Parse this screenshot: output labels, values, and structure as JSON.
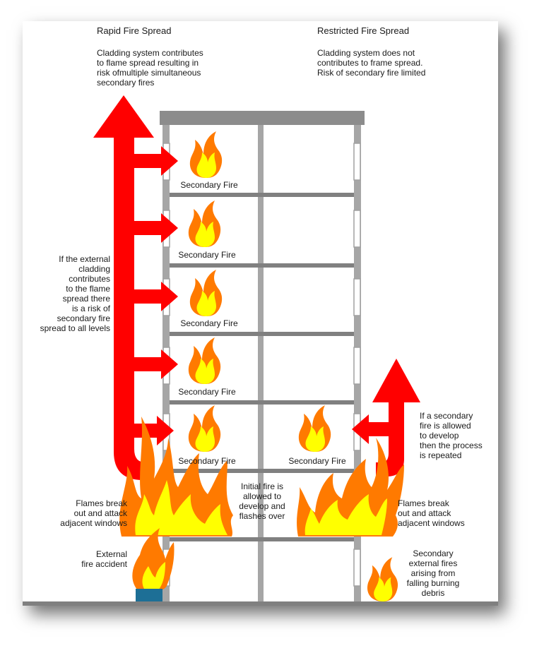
{
  "left_column": {
    "heading": "Rapid Fire Spread",
    "description": [
      "Cladding system contributes",
      "to flame spread resulting in",
      "risk ofmultiple simultaneous",
      "secondary fires"
    ]
  },
  "right_column": {
    "heading": "Restricted Fire Spread",
    "description": [
      "Cladding system does not",
      "contributes to frame spread.",
      "Risk of secondary fire limited"
    ]
  },
  "secondary_fire_label": "Secondary Fire",
  "notes": {
    "cladding_risk": [
      "If the external",
      "cladding",
      "contributes",
      "to the flame",
      "spread there",
      "is a risk of",
      "secondary fire",
      "spread to all levels"
    ],
    "process_repeated": [
      "If a secondary",
      "fire is allowed",
      "to develop",
      "then the process",
      "is repeated"
    ],
    "flames_break_left": [
      "Flames break",
      "out and attack",
      "adjacent windows"
    ],
    "flames_break_right": [
      "Flames break",
      "out and attack",
      "adjacent windows"
    ],
    "initial_fire": [
      "Initial fire is",
      "allowed to",
      "develop and",
      "flashes over"
    ],
    "external_accident": [
      "External",
      "fire accident"
    ],
    "falling_debris": [
      "Secondary",
      "external fires",
      "arising from",
      "falling burning",
      "debris"
    ]
  },
  "colors": {
    "arrow_red": "#ff0000",
    "flame_orange": "#ff7a00",
    "flame_yellow": "#ffff00",
    "structure_grey": "#a6a6a6",
    "roof_grey": "#8c8c8c",
    "bin_blue": "#1d6f96"
  }
}
